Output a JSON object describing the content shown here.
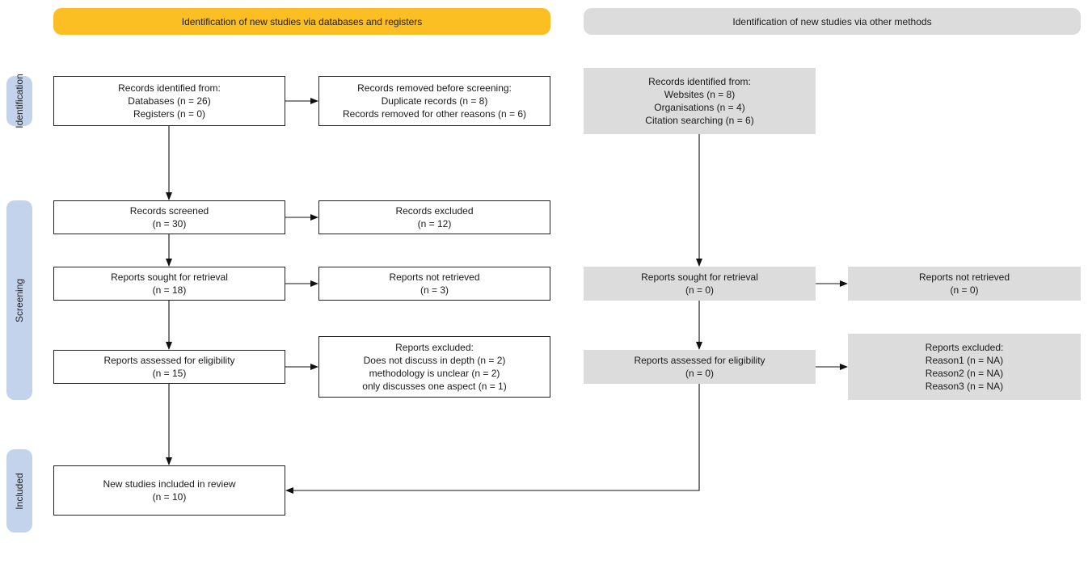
{
  "headers": {
    "databases": "Identification of new studies via databases and registers",
    "other": "Identification of new studies via other methods"
  },
  "phases": {
    "identification": "Identification",
    "screening": "Screening",
    "included": "Included"
  },
  "colors": {
    "databases_header": "#fbbf24",
    "other_header": "#dcdcdc",
    "phase_bar": "#c3d3ec",
    "grey_box": "#dcdcdc"
  },
  "boxes": {
    "db_identified": [
      "Records identified from:",
      "Databases (n = 26)",
      "Registers (n = 0)"
    ],
    "db_removed": [
      "Records removed before screening:",
      "Duplicate records (n = 8)",
      "Records removed for other reasons (n = 6)"
    ],
    "db_screened": [
      "Records screened",
      "(n = 30)"
    ],
    "db_excluded": [
      "Records excluded",
      "(n = 12)"
    ],
    "db_sought": [
      "Reports sought for retrieval",
      "(n = 18)"
    ],
    "db_not_retrieved": [
      "Reports not retrieved",
      "(n = 3)"
    ],
    "db_assessed": [
      "Reports assessed for eligibility",
      "(n = 15)"
    ],
    "db_reports_excluded": [
      "Reports excluded:",
      "Does not discuss in depth (n = 2)",
      "methodology is unclear (n = 2)",
      "only discusses one aspect (n = 1)"
    ],
    "included": [
      "New studies included in review",
      "(n = 10)"
    ],
    "other_identified": [
      "Records identified from:",
      "Websites (n = 8)",
      "Organisations (n = 4)",
      "Citation searching (n = 6)"
    ],
    "other_sought": [
      "Reports sought for retrieval",
      "(n = 0)"
    ],
    "other_not_retrieved": [
      "Reports not retrieved",
      "(n = 0)"
    ],
    "other_assessed": [
      "Reports assessed for eligibility",
      "(n = 0)"
    ],
    "other_excluded": [
      "Reports excluded:",
      "Reason1 (n = NA)",
      "Reason2 (n = NA)",
      "Reason3 (n = NA)"
    ]
  }
}
